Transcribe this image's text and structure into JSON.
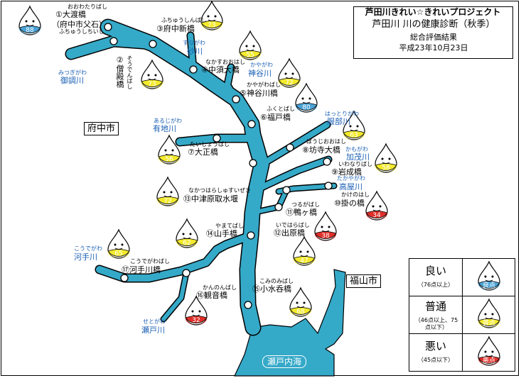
{
  "title": "芦田川きれい☆きれいプロジェクト",
  "subtitle": "芦田川 川の健康診断（秋季）",
  "caption1": "総合評価結果",
  "caption2": "平成23年10月23日",
  "cities": {
    "fuchu": "府中市",
    "fukuyama": "福山市"
  },
  "sea": "瀬戸内海",
  "colors": {
    "river": "#35a9c8",
    "good": "#4aa3d6",
    "fair": "#f3ea2c",
    "poor": "#e02f2a"
  },
  "stations": [
    {
      "num": "①大渡橋",
      "furi": "おおわたりばし",
      "extra": "（府中市父石）",
      "extra_furi": "ふちゅうしちいし",
      "score": "88",
      "rating": "good"
    },
    {
      "num": "②僧殿橋",
      "furi": "そうでんばし",
      "score": "73",
      "rating": "fair"
    },
    {
      "num": "③府中新橋",
      "furi": "ふちゅうしんばし",
      "score": "73",
      "rating": "fair"
    },
    {
      "num": "④中須大橋",
      "furi": "なかすおおはし",
      "score": "55",
      "rating": "fair"
    },
    {
      "num": "⑤神谷川橋",
      "furi": "かやがわばし",
      "score": "72",
      "rating": "fair"
    },
    {
      "num": "⑥福戸橋",
      "furi": "ふくとばし",
      "score": "80",
      "rating": "good"
    },
    {
      "num": "⑦大正橋",
      "furi": "たいしょうばし",
      "score": "56",
      "rating": "fair"
    },
    {
      "num": "⑧坊寺大橋",
      "furi": "ぼうじおおはし",
      "score": "63",
      "rating": "fair"
    },
    {
      "num": "⑨岩成橋",
      "furi": "いわなりばし",
      "score": "58",
      "rating": "fair"
    },
    {
      "num": "⑩掛の橋",
      "furi": "かけのはし",
      "score": "34",
      "rating": "poor"
    },
    {
      "num": "⑪鴨ヶ橋",
      "furi": "つるがばし",
      "score": "38",
      "rating": "poor"
    },
    {
      "num": "⑫出原橋",
      "furi": "いではらばし",
      "score": "47",
      "rating": "fair"
    },
    {
      "num": "⑬中津原取水堰",
      "furi": "なかつはらしゅすいぜき",
      "score": "72",
      "rating": "fair"
    },
    {
      "num": "⑭山手橋",
      "furi": "やまてばし",
      "score": "62",
      "rating": "fair"
    },
    {
      "num": "⑮小水呑橋",
      "furi": "こみのみばし",
      "score": "68",
      "rating": "fair"
    },
    {
      "num": "⑯観音橋",
      "furi": "かんのんばし",
      "score": "32",
      "rating": "poor"
    },
    {
      "num": "⑰河手川橋",
      "furi": "こうでがわばし",
      "score": "65",
      "rating": "fair"
    }
  ],
  "rivers": [
    {
      "name": "御調川",
      "furi": "みつぎがわ"
    },
    {
      "name": "砂川",
      "furi": "すながわ"
    },
    {
      "name": "神谷川",
      "furi": "かやがわ"
    },
    {
      "name": "有地川",
      "furi": "あるじがわ"
    },
    {
      "name": "服部川",
      "furi": "はっとりがわ"
    },
    {
      "name": "加茂川",
      "furi": "かもがわ"
    },
    {
      "name": "高屋川",
      "furi": "たかやがわ"
    },
    {
      "name": "河手川",
      "furi": "こうでがわ"
    },
    {
      "name": "瀬戸川",
      "furi": "せとがわ"
    }
  ],
  "legend": [
    {
      "label": "良い",
      "range": "（76点以上）",
      "badge": "良点",
      "rating": "good"
    },
    {
      "label": "普通",
      "range": "（46点以上、75点以下）",
      "badge": "普点",
      "rating": "fair"
    },
    {
      "label": "悪い",
      "range": "（45点以下）",
      "badge": "悪点",
      "rating": "poor"
    }
  ]
}
